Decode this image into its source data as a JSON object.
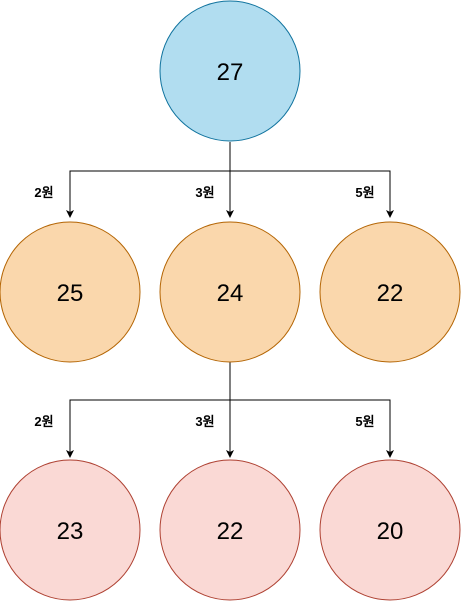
{
  "nodes": [
    {
      "value": "27",
      "fill": "#b1ddf0",
      "stroke": "#10739e"
    },
    {
      "value": "25",
      "fill": "#fad7ac",
      "stroke": "#b46504"
    },
    {
      "value": "24",
      "fill": "#fad7ac",
      "stroke": "#b46504"
    },
    {
      "value": "22",
      "fill": "#fad7ac",
      "stroke": "#b46504"
    },
    {
      "value": "23",
      "fill": "#fad9d5",
      "stroke": "#ae4132"
    },
    {
      "value": "22",
      "fill": "#fad9d5",
      "stroke": "#ae4132"
    },
    {
      "value": "20",
      "fill": "#fad9d5",
      "stroke": "#ae4132"
    }
  ],
  "edges": [
    {
      "from": "27",
      "to": "25",
      "label": "2원"
    },
    {
      "from": "27",
      "to": "24",
      "label": "3원"
    },
    {
      "from": "27",
      "to": "22",
      "label": "5원"
    },
    {
      "from": "24",
      "to": "23",
      "label": "2원"
    },
    {
      "from": "24",
      "to": "22",
      "label": "3원"
    },
    {
      "from": "24",
      "to": "20",
      "label": "5원"
    }
  ]
}
